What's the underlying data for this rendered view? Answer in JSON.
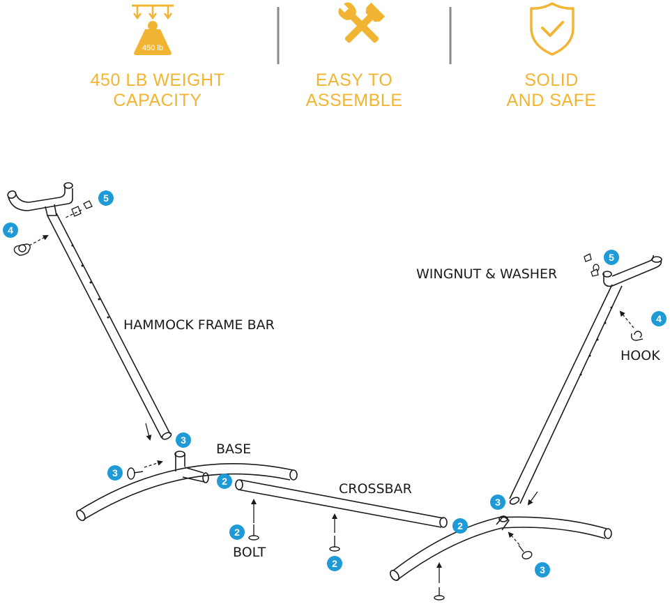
{
  "features": [
    {
      "label_line1": "450 LB  WEIGHT",
      "label_line2": "CAPACITY",
      "icon": "weight-icon",
      "icon_text": "450 lb"
    },
    {
      "label_line1": "EASY TO",
      "label_line2": "ASSEMBLE",
      "icon": "tools-icon"
    },
    {
      "label_line1": "SOLID",
      "label_line2": "AND SAFE",
      "icon": "shield-check-icon"
    }
  ],
  "parts": {
    "frame_bar": "HAMMOCK FRAME BAR",
    "wingnut": "WINGNUT & WASHER",
    "hook": "HOOK",
    "base": "BASE",
    "crossbar": "CROSSBAR",
    "bolt": "BOLT"
  },
  "steps": {
    "s2": "2",
    "s3": "3",
    "s4": "4",
    "s5": "5"
  },
  "colors": {
    "accent": "#f2b533",
    "step_badge": "#1e9ad6",
    "divider": "#8a8a8a",
    "line": "#1a1a1a"
  }
}
